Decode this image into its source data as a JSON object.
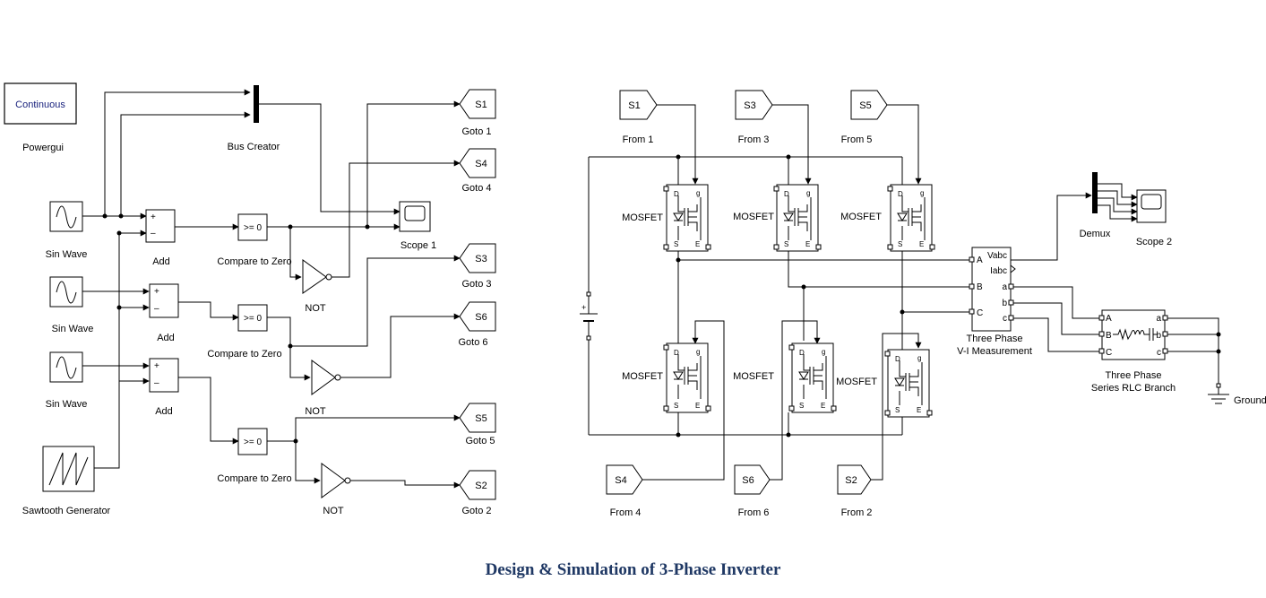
{
  "caption": "Design & Simulation of 3-Phase Inverter",
  "powergui": {
    "mode": "Continuous",
    "label": "Powergui"
  },
  "bus_creator": "Bus Creator",
  "sin_wave": "Sin Wave",
  "add": "Add",
  "compare_to_zero": "Compare to Zero",
  "compare_text": ">= 0",
  "not": "NOT",
  "sawtooth": "Sawtooth Generator",
  "scope1": "Scope 1",
  "scope2": "Scope 2",
  "demux": "Demux",
  "mosfet": "MOSFET",
  "plus": "+",
  "minus": "–",
  "goto_blocks": [
    {
      "tag": "S1",
      "label": "Goto 1"
    },
    {
      "tag": "S4",
      "label": "Goto 4"
    },
    {
      "tag": "S3",
      "label": "Goto 3"
    },
    {
      "tag": "S6",
      "label": "Goto 6"
    },
    {
      "tag": "S5",
      "label": "Goto 5"
    },
    {
      "tag": "S2",
      "label": "Goto 2"
    }
  ],
  "from_blocks": [
    {
      "tag": "S1",
      "label": "From 1"
    },
    {
      "tag": "S3",
      "label": "From 3"
    },
    {
      "tag": "S5",
      "label": "From 5"
    },
    {
      "tag": "S4",
      "label": "From 4"
    },
    {
      "tag": "S6",
      "label": "From 6"
    },
    {
      "tag": "S2",
      "label": "From 2"
    }
  ],
  "vi_measurement": {
    "label1": "Three Phase",
    "label2": "V-I Measurement",
    "ports_in": [
      "A",
      "B",
      "C"
    ],
    "ports_out": [
      "Vabc",
      "Iabc",
      "a",
      "b",
      "c"
    ]
  },
  "rlc_branch": {
    "label1": "Three Phase",
    "label2": "Series RLC Branch",
    "ports_in": [
      "A",
      "B",
      "C"
    ],
    "ports_out": [
      "a",
      "b",
      "c"
    ]
  },
  "ground": "Ground",
  "mosfet_pins": {
    "d": "D",
    "g": "g",
    "s": "S",
    "e": "E"
  }
}
